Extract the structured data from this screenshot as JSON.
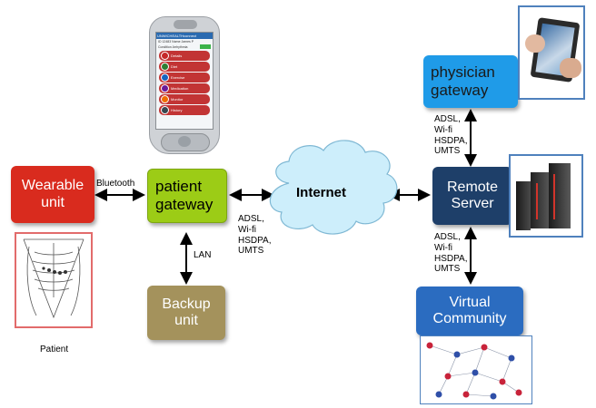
{
  "nodes": {
    "wearable": {
      "label_line1": "Wearable",
      "label_line2": "unit",
      "color": "#d92b1e"
    },
    "patient_gateway": {
      "label_line1": "patient",
      "label_line2": "gateway",
      "color": "#9ccc16"
    },
    "backup": {
      "label_line1": "Backup",
      "label_line2": "unit",
      "color": "#a4925c"
    },
    "internet": {
      "label": "Internet",
      "color": "#c9ebf8"
    },
    "remote_server": {
      "label_line1": "Remote",
      "label_line2": "Server",
      "color": "#1e3f69"
    },
    "physician_gateway": {
      "label_line1": "physician",
      "label_line2": "gateway",
      "color": "#1f9be8"
    },
    "virtual_community": {
      "label_line1": "Virtual",
      "label_line2": "Community",
      "color": "#2b6cc0"
    }
  },
  "links": {
    "bluetooth": "Bluetooth",
    "lan": "LAN",
    "gateway_internet": [
      "ADSL,",
      "Wi-fi",
      "HSDPA,",
      "UMTS"
    ],
    "server_physician": [
      "ADSL,",
      "Wi-fi",
      "HSDPA,",
      "UMTS"
    ],
    "server_community": [
      "ADSL,",
      "Wi-fi",
      "HSDPA,",
      "UMTS"
    ]
  },
  "captions": {
    "patient": "Patient"
  },
  "phone_screen": {
    "header": "UNWICHEALTHconnect",
    "info_line1": "ID 12483 Name James P",
    "info_line2": "Condition Arrhythmia",
    "menu": [
      "Details",
      "Diet",
      "Exercise",
      "Medication",
      "Monitor",
      "History"
    ]
  },
  "colors": {
    "arrow": "#000000",
    "frame": "#4f81bd",
    "patient_frame": "#e26b6b"
  }
}
